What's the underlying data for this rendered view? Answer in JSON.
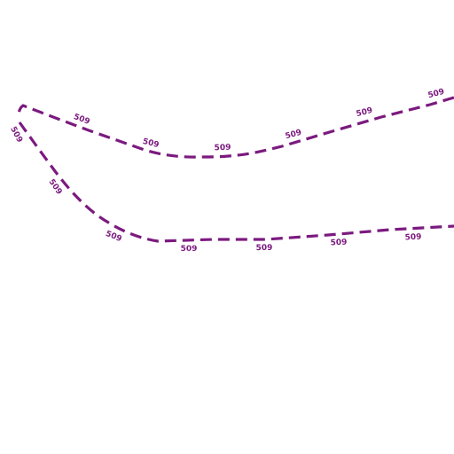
{
  "map": {
    "route_color": "#7b1a7f",
    "routes": [
      {
        "name": "upper-route",
        "labels": [
          "509",
          "509",
          "509",
          "509",
          "509",
          "509",
          "509"
        ]
      },
      {
        "name": "lower-route",
        "labels": [
          "509",
          "509",
          "509",
          "509",
          "509",
          "509"
        ]
      }
    ]
  }
}
